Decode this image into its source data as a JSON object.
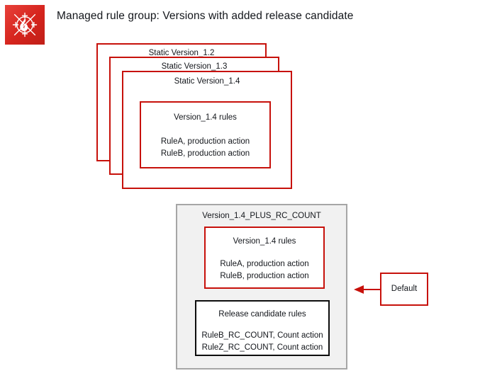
{
  "page": {
    "title": "Managed rule group: Versions with added release candidate",
    "background": "#ffffff"
  },
  "logo": {
    "icon": "aws-waf-flame-target-icon",
    "color_start": "#e8413a",
    "color_end": "#c01f18"
  },
  "colors": {
    "red_border": "#c7110b",
    "black_border": "#0d0d0d",
    "grey_panel_fill": "#f1f1f1",
    "grey_panel_border": "#a6a6a6",
    "text": "#13161b"
  },
  "version_stack": {
    "cards": [
      {
        "label": "Static Version_1.2"
      },
      {
        "label": "Static Version_1.3"
      },
      {
        "label": "Static Version_1.4"
      }
    ],
    "rules_box": {
      "title": "Version_1.4 rules",
      "rules": [
        "RuleA, production action",
        "RuleB, production action"
      ]
    }
  },
  "rc_panel": {
    "label": "Version_1.4_PLUS_RC_COUNT",
    "production_rules_box": {
      "title": "Version_1.4 rules",
      "rules": [
        "RuleA, production action",
        "RuleB, production action"
      ]
    },
    "release_candidate_box": {
      "title": "Release candidate rules",
      "rules": [
        "RuleB_RC_COUNT, Count action",
        "RuleZ_RC_COUNT, Count action"
      ]
    }
  },
  "callout": {
    "label": "Default",
    "arrow": "left-arrow-icon"
  }
}
